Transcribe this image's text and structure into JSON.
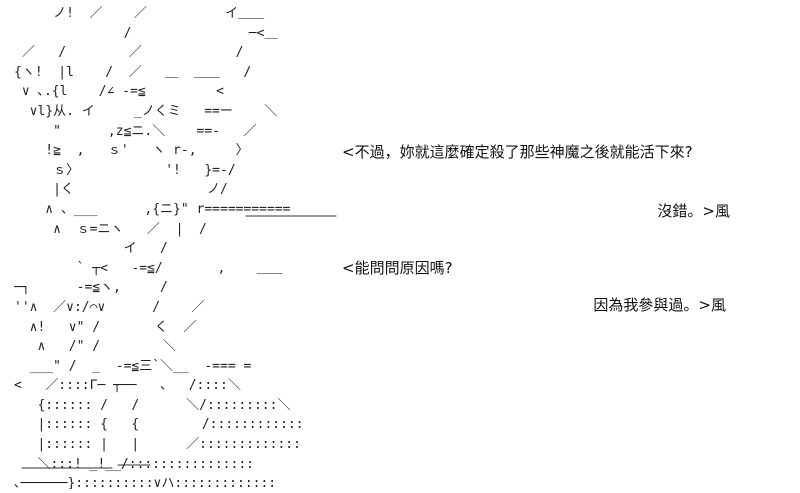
{
  "dialogue": [
    {
      "text": "<不過，妳就這麼確定殺了那些神魔之後就能活下來?"
    },
    {
      "text": "沒錯。>風"
    },
    {
      "text": "<能問問原因嗎?"
    },
    {
      "text": "因為我參與過。>風"
    }
  ],
  "ascii_art": "     ノ!  ／    ／          イ＿＿\n              /               ─<＿\n ／   /        ／            /\n{ヽ!  |l    /  ／   ＿  ＿＿   /\n ∨ ､.{l    /∠ -=≦         <\n  ∨l}从. イ     _ノくミ   ==ー    ＼\n     \"      ,z≦ニ.＼    ==-   ／\n    !≧  ,   ｓ'   ヽ r-,     〉\n     ｓ〉           '!   }=-/\n     |く                 ノ/\n    ∧ 、___      ,{ニ}\" r===========\n     ∧  ｓ=ニヽ   ／  |  /\n              イ   /\n        ` ┬<   -=≦/       ,    ＿＿\n─┐      -=≦ヽ,     /\n''∧  ／∨:/⌒∨      /    ／\n  ∧!   ∨\" /       く  ／\n   ∧   /\" /        ＼\n  ___\" /  _  -=≦三`＼__  -=== =\n<   ／::::Γ─ ┬──   、  /::::＼\n   {:::::: /   /      ＼/:::::::::＼\n   |:::::: {   {        /::::::::::::\n   |:::::: |   |      ／:::::::::::::\n   ＼:::! _!__/::::::::::::::::\n､──────}::::::::::∨ハ:::::::::::::"
}
